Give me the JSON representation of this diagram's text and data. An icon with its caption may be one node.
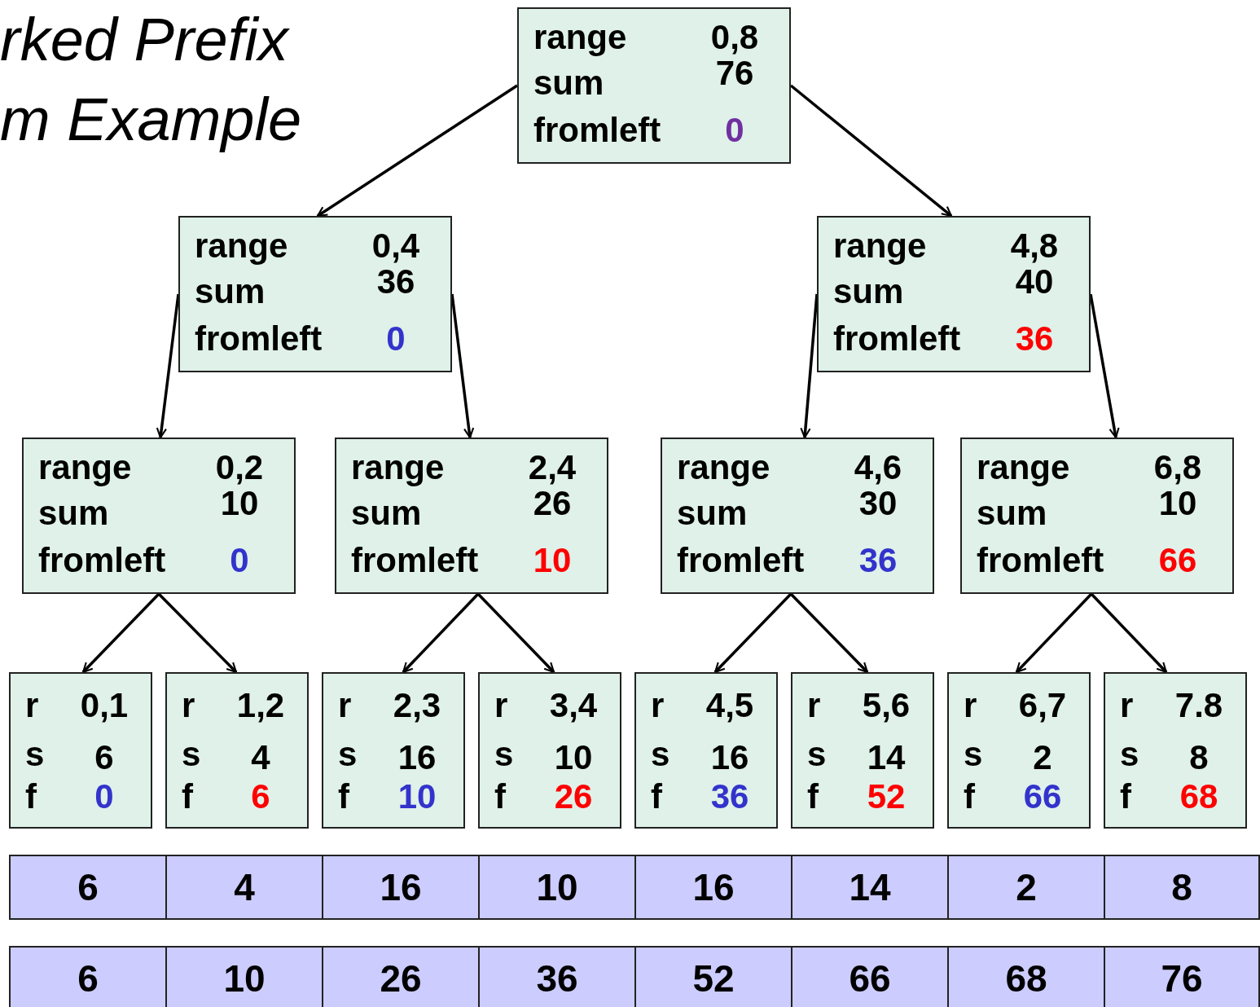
{
  "diagram": {
    "title": "rked Prefix m Example",
    "nodes": [
      {
        "text": [
          "range",
          "0,8",
          "sum",
          "76",
          "fromleft",
          "0"
        ]
      },
      {
        "text": [
          "range",
          "0,4",
          "sum",
          "36",
          "fromleft",
          "0"
        ]
      },
      {
        "text": [
          "range",
          "4,8",
          "sum",
          "40",
          "fromleft",
          "36"
        ]
      },
      {
        "text": [
          "range",
          "0,2",
          "sum",
          "10",
          "fromleft",
          "0"
        ]
      },
      {
        "text": [
          "range",
          "2,4",
          "sum",
          "26",
          "fromleft",
          "10"
        ]
      },
      {
        "text": [
          "range",
          "4,6",
          "sum",
          "30",
          "fromleft",
          "36"
        ]
      },
      {
        "text": [
          "range",
          "6,8",
          "sum",
          "10",
          "fromleft",
          "66"
        ]
      },
      {
        "text": [
          "r",
          "0,1",
          "s",
          "6",
          "f",
          "0"
        ]
      },
      {
        "text": [
          "r",
          "1,2",
          "s",
          "4",
          "f",
          "6"
        ]
      },
      {
        "text": [
          "r",
          "2,3",
          "s",
          "16",
          "f",
          "10"
        ]
      },
      {
        "text": [
          "r",
          "3,4",
          "s",
          "10",
          "f",
          "26"
        ]
      },
      {
        "text": [
          "r",
          "4,5",
          "s",
          "16",
          "f",
          "36"
        ]
      },
      {
        "text": [
          "r",
          "5,6",
          "s",
          "14",
          "f",
          "52"
        ]
      },
      {
        "text": [
          "r",
          "6,7",
          "s",
          "2",
          "f",
          "66"
        ]
      },
      {
        "text": [
          "r",
          "7.8",
          "s",
          "8",
          "f",
          "68"
        ]
      }
    ],
    "edges": [
      {
        "from": 0,
        "to": 1,
        "arrow": "to"
      },
      {
        "from": 0,
        "to": 2,
        "arrow": "to"
      },
      {
        "from": 1,
        "to": 3,
        "arrow": "to"
      },
      {
        "from": 1,
        "to": 4,
        "arrow": "to"
      },
      {
        "from": 2,
        "to": 5,
        "arrow": "to"
      },
      {
        "from": 2,
        "to": 6,
        "arrow": "to"
      },
      {
        "from": 3,
        "to": 7,
        "arrow": "to"
      },
      {
        "from": 3,
        "to": 8,
        "arrow": "to"
      },
      {
        "from": 4,
        "to": 9,
        "arrow": "to"
      },
      {
        "from": 4,
        "to": 10,
        "arrow": "to"
      },
      {
        "from": 5,
        "to": 11,
        "arrow": "to"
      },
      {
        "from": 5,
        "to": 12,
        "arrow": "to"
      },
      {
        "from": 6,
        "to": 13,
        "arrow": "to"
      },
      {
        "from": 6,
        "to": 14,
        "arrow": "to"
      }
    ],
    "labels": [
      "6",
      "4",
      "16",
      "10",
      "16",
      "14",
      "2",
      "8",
      "6",
      "10",
      "26",
      "36",
      "52",
      "66",
      "68",
      "76"
    ]
  }
}
